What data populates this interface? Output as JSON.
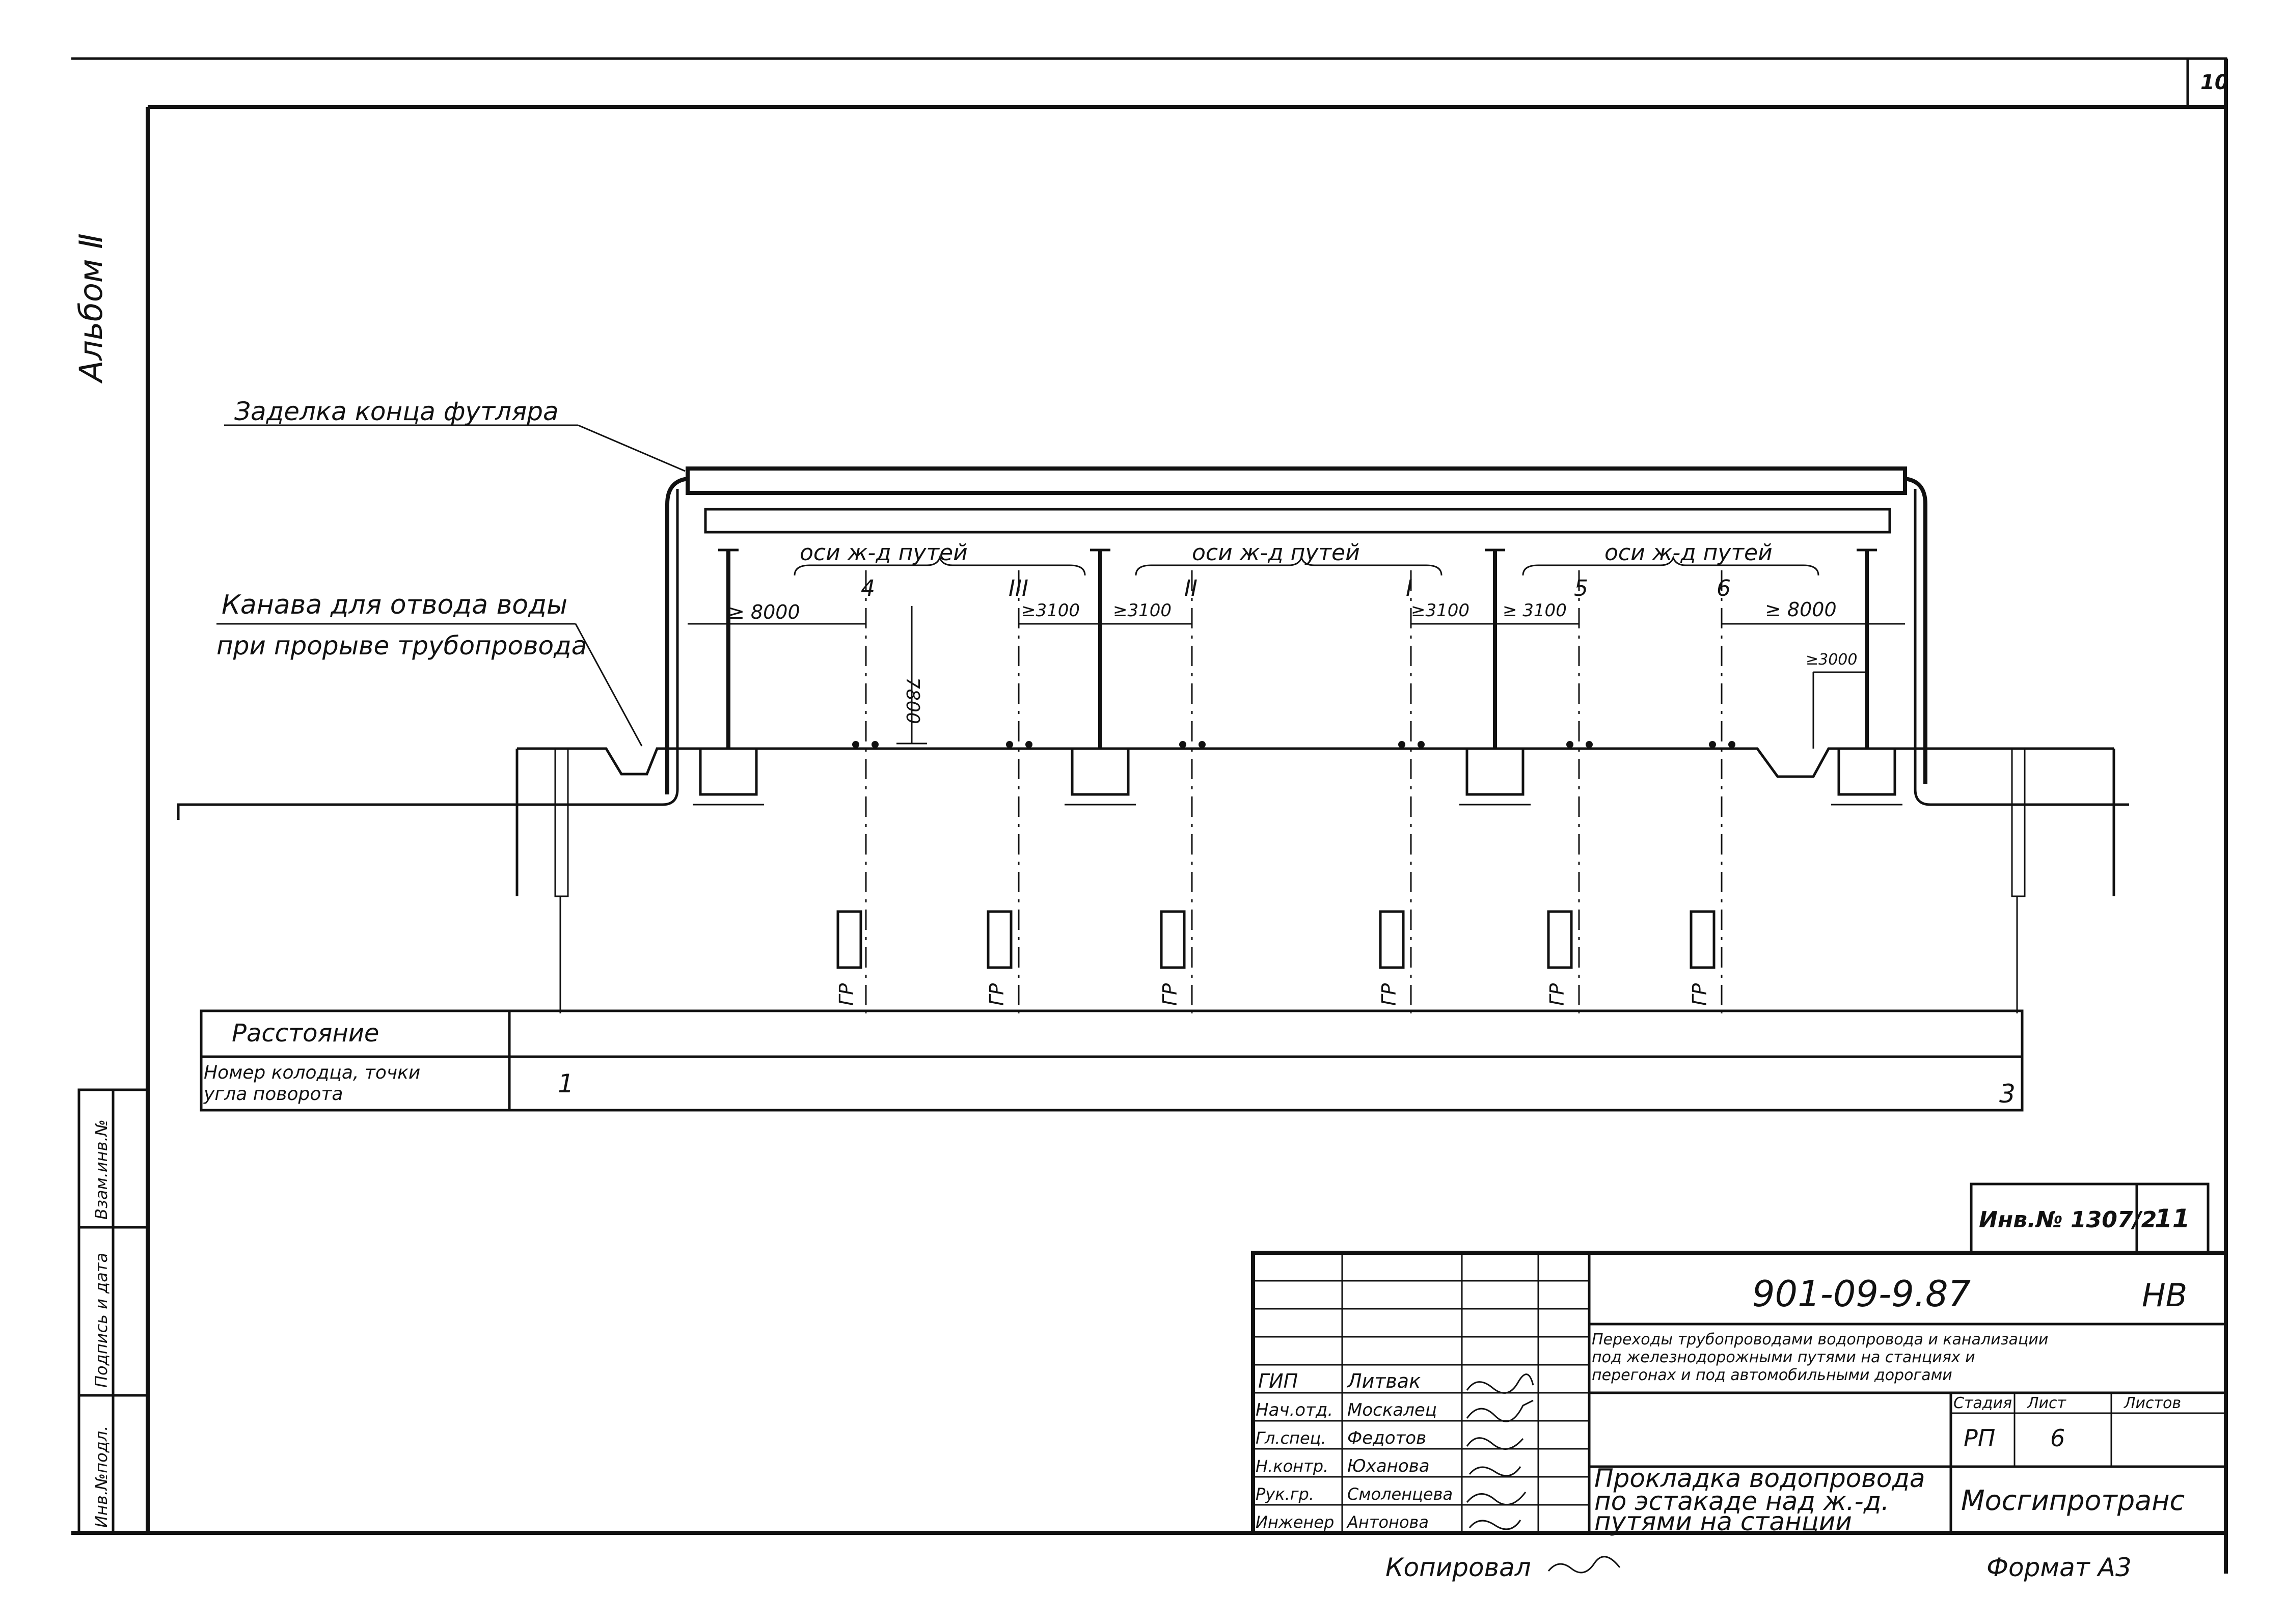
{
  "sheet_number": "10",
  "album_label": "Альбом Ⅱ",
  "side_stamp": {
    "inv_podl": "Инв.№подл.",
    "podpis": "Подпись и дата",
    "vzam": "Взам.инв.№"
  },
  "callouts": {
    "case_end": "Заделка конца футляра",
    "ditch_line1": "Канава для отвода воды",
    "ditch_line2": "при прорыве трубопровода"
  },
  "track_axes": {
    "group_label_1": "оси ж-д путей",
    "group_label_2": "оси ж-д путей",
    "group_label_3": "оси ж-д путей",
    "track_4": "4",
    "track_III": "III",
    "track_II": "II",
    "track_I": "I",
    "track_5": "5",
    "track_6": "6"
  },
  "dimensions": {
    "d1": "≥ 8000",
    "d2": "≥3100",
    "d3": "≥3100",
    "d4": "≥3100",
    "d5": "≥ 3100",
    "d6": "≥ 8000",
    "d7": "≥3000",
    "height": "7800"
  },
  "gr_label": "ГР",
  "profile_table": {
    "row1_label": "Расстояние",
    "row2_label_line1": "Номер колодца, точки",
    "row2_label_line2": "угла поворота",
    "start_point": "1",
    "end_point": "3"
  },
  "inventory": {
    "label": "Инв.№ 1307/2",
    "sheet": "11"
  },
  "title_block": {
    "code": "901-09-9.87",
    "stage_code": "НВ",
    "subject_line1": "Переходы трубопроводами водопровода и канализации",
    "subject_line2": "под железнодорожными путями на станциях и",
    "subject_line3": "перегонах и под автомобильными дорогами",
    "col_stage": "Стадия",
    "col_sheet": "Лист",
    "col_sheets": "Листов",
    "stage": "РП",
    "sheet": "6",
    "sheets": "",
    "drawing_title_line1": "Прокладка водопровода",
    "drawing_title_line2": "по эстакаде над ж.-д.",
    "drawing_title_line3": "путями на станции",
    "organization": "Мосгипротранс",
    "people": [
      {
        "role": "ГИП",
        "name": "Литвак"
      },
      {
        "role": "Нач.отд.",
        "name": "Москалец"
      },
      {
        "role": "Гл.спец.",
        "name": "Федотов"
      },
      {
        "role": "Н.контр.",
        "name": "Юханова"
      },
      {
        "role": "Рук.гр.",
        "name": "Смоленцева"
      },
      {
        "role": "Инженер",
        "name": "Антонова"
      }
    ]
  },
  "footer": {
    "copied": "Копировал",
    "format": "Формат А3"
  }
}
